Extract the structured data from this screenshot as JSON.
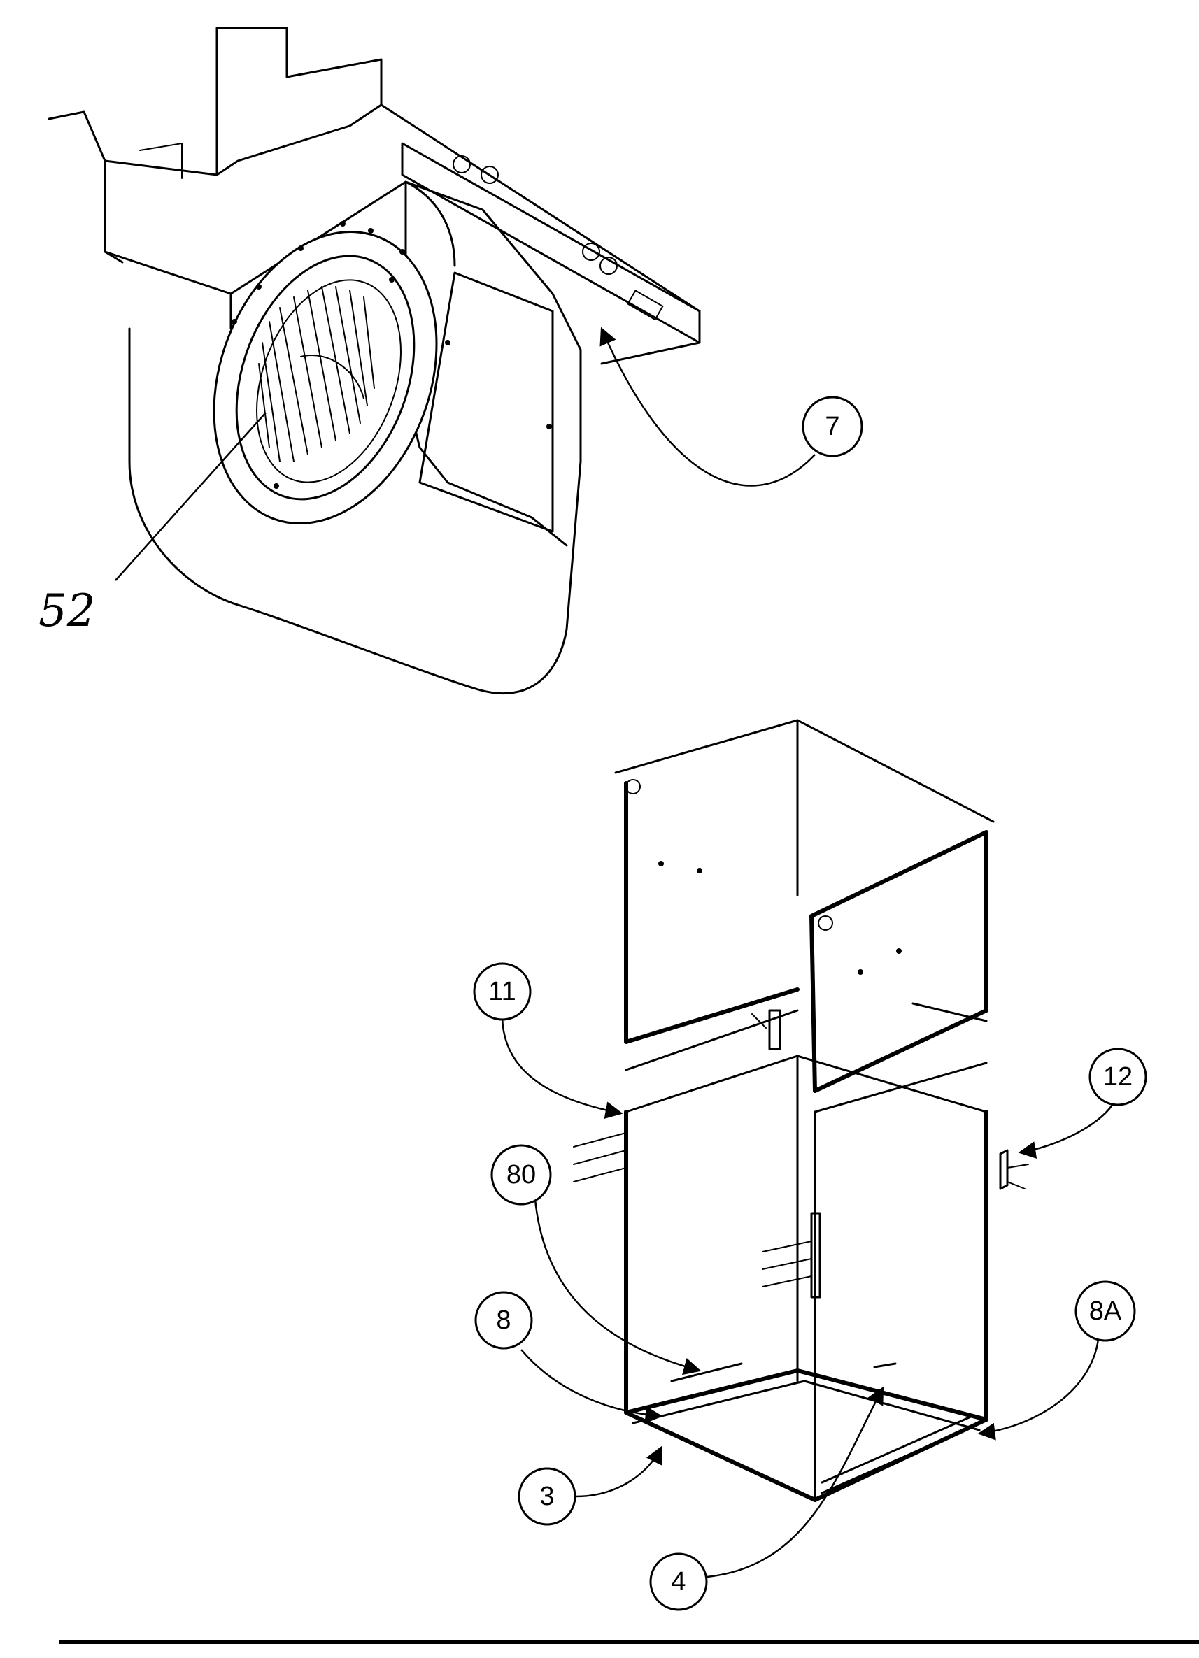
{
  "callouts": {
    "c7": "7",
    "c11": "11",
    "c12": "12",
    "c80": "80",
    "c8": "8",
    "c8a": "8A",
    "c3": "3",
    "c4": "4"
  },
  "labels": {
    "l52": "52"
  }
}
